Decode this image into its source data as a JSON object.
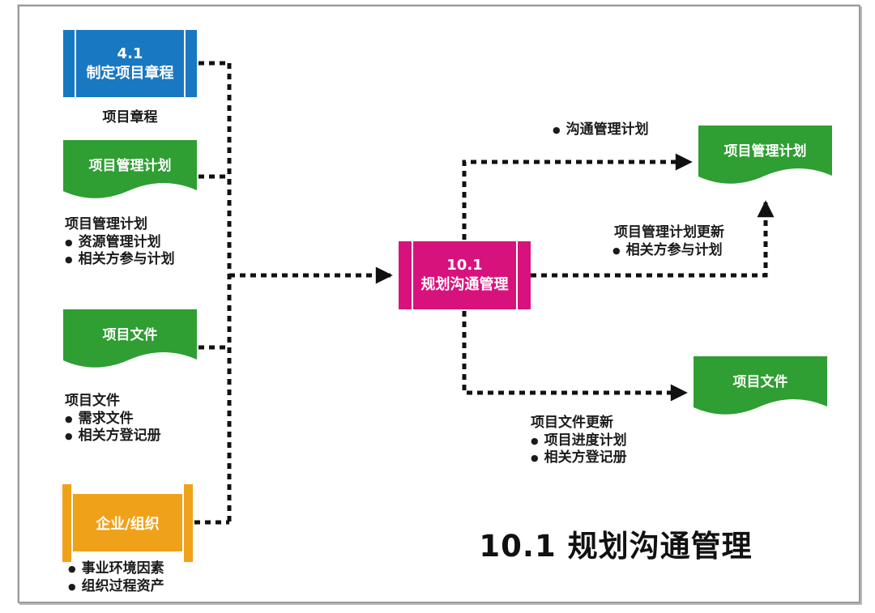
{
  "diagram_title": "10.1 规划沟通管理",
  "colors": {
    "blue": "#1878c2",
    "green": "#2f9e33",
    "orange": "#f0a11a",
    "magenta": "#d8127d",
    "line": "#111111",
    "frame": "#97999b",
    "text": "#1b1b1b"
  },
  "icons": {
    "bullet": "●"
  },
  "process": {
    "code": "10.1",
    "name": "规划沟通管理"
  },
  "inputs": {
    "charter_process": {
      "code": "4.1",
      "name": "制定项目章程",
      "output_label": "项目章程"
    },
    "pm_plan": {
      "box_label": "项目管理计划",
      "heading": "项目管理计划",
      "bullets": [
        "资源管理计划",
        "相关方参与计划"
      ]
    },
    "project_docs": {
      "box_label": "项目文件",
      "heading": "项目文件",
      "bullets": [
        "需求文件",
        "相关方登记册"
      ]
    },
    "enterprise": {
      "box_label": "企业/组织",
      "bullets": [
        "事业环境因素",
        "组织过程资产"
      ]
    }
  },
  "outputs": {
    "pm_plan": {
      "box_label": "项目管理计划",
      "arrow_bullet": "沟通管理计划"
    },
    "pm_plan_updates": {
      "heading": "项目管理计划更新",
      "bullets": [
        "相关方参与计划"
      ]
    },
    "project_docs": {
      "box_label": "项目文件",
      "heading": "项目文件更新",
      "bullets": [
        "项目进度计划",
        "相关方登记册"
      ]
    }
  }
}
